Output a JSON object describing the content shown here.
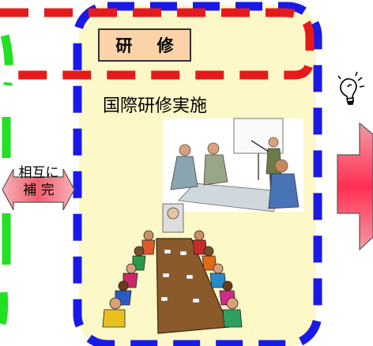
{
  "heading": "研 修",
  "caption": "国際研修実施",
  "mutual_arrow": {
    "line1": "相互に",
    "line2": "補 完"
  },
  "colors": {
    "panel_fill": "#fdf8c8",
    "blue_dash": "#1a1ae6",
    "red_dash": "#e61a1a",
    "green_dash": "#22e022",
    "heading_fill": "#fbd3a8",
    "arrow_pink": "#f06080"
  }
}
